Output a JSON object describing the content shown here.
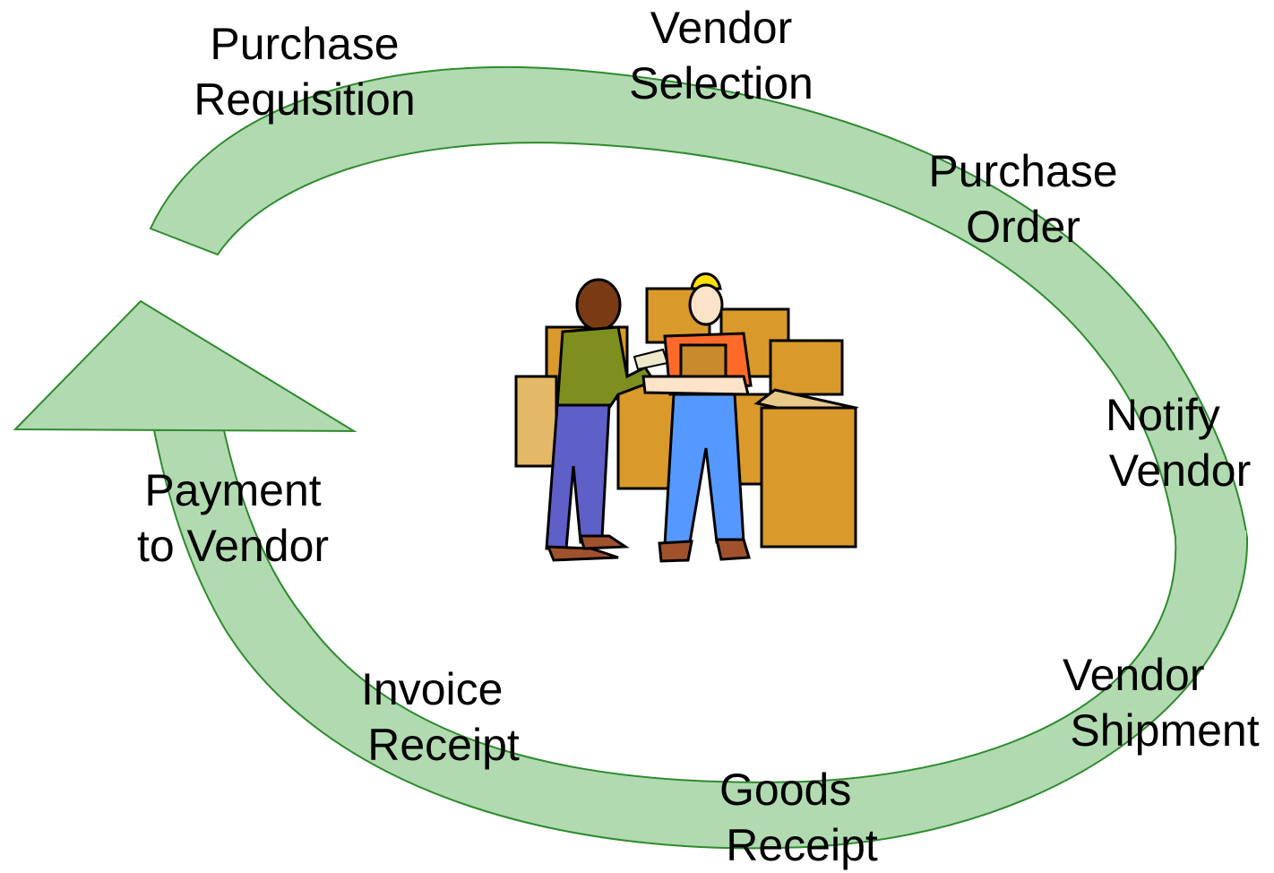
{
  "colors": {
    "arrow_fill": "#b1dab1",
    "arrow_stroke": "#2e8b2e",
    "text": "#000000"
  },
  "steps": [
    {
      "line1": "Purchase",
      "line2": "Requisition"
    },
    {
      "line1": "Vendor",
      "line2": "Selection"
    },
    {
      "line1": "Purchase",
      "line2": "Order"
    },
    {
      "line1": "Notify",
      "line2": "Vendor"
    },
    {
      "line1": "Vendor",
      "line2": "Shipment"
    },
    {
      "line1": "Goods",
      "line2": "Receipt"
    },
    {
      "line1": "Invoice",
      "line2": "Receipt"
    },
    {
      "line1": "Payment",
      "line2": "to Vendor"
    }
  ],
  "center_image": "workers-with-boxes-clipart"
}
